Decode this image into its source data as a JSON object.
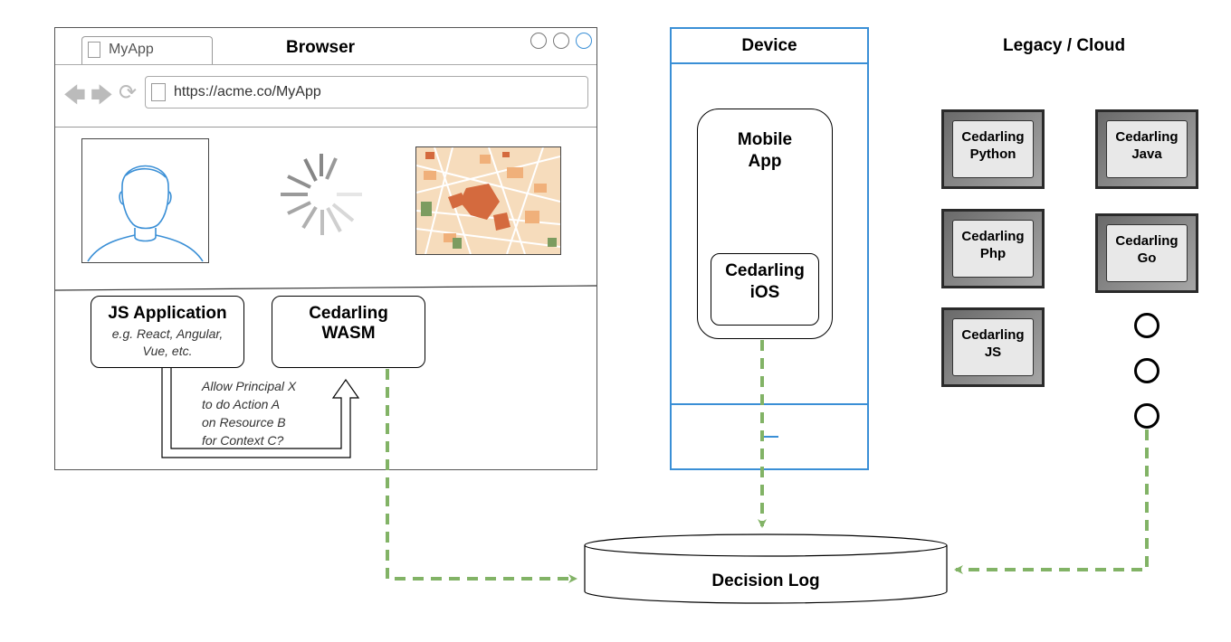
{
  "browser": {
    "title": "Browser",
    "tab_label": "MyApp",
    "url": "https://acme.co/MyApp"
  },
  "js_app": {
    "title": "JS Application",
    "subtitle_line1": "e.g. React, Angular,",
    "subtitle_line2": "Vue, etc."
  },
  "wasm": {
    "line1": "Cedarling",
    "line2": "WASM"
  },
  "request": {
    "line1": "Allow Principal X",
    "line2": "to do Action A",
    "line3": "on Resource B",
    "line4": "for Context C?"
  },
  "device": {
    "title": "Device",
    "mobile_line1": "Mobile",
    "mobile_line2": "App",
    "ios_line1": "Cedarling",
    "ios_line2": "iOS"
  },
  "legacy": {
    "title": "Legacy / Cloud",
    "chips": [
      {
        "line1": "Cedarling",
        "line2": "Python"
      },
      {
        "line1": "Cedarling",
        "line2": "Java"
      },
      {
        "line1": "Cedarling",
        "line2": "Php"
      },
      {
        "line1": "Cedarling",
        "line2": "Go"
      },
      {
        "line1": "Cedarling",
        "line2": "JS"
      }
    ]
  },
  "decision_log": {
    "label": "Decision Log"
  },
  "colors": {
    "arrow_green": "#82b366",
    "device_blue": "#3a8fd6"
  }
}
